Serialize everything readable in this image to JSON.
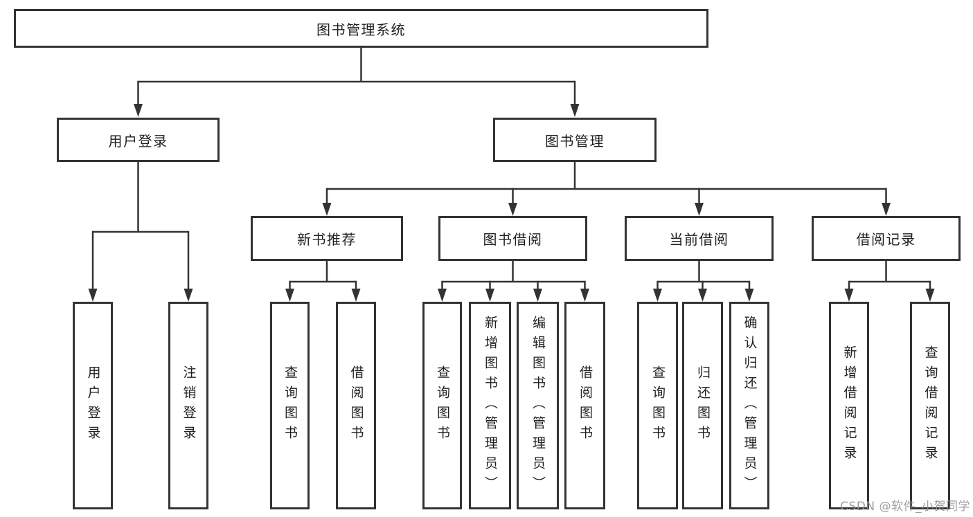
{
  "watermark": "CSDN @软件_小贺同学",
  "colors": {
    "line": "#333333",
    "text": "#1f1f1f",
    "watermark": "#919191",
    "background": "#ffffff"
  },
  "tree": {
    "root": "图书管理系统",
    "user_login": {
      "label": "用户登录",
      "children": [
        "用户登录",
        "注销登录"
      ]
    },
    "book_management": {
      "label": "图书管理",
      "sections": [
        {
          "label": "新书推荐",
          "children": [
            "查询图书",
            "借阅图书"
          ]
        },
        {
          "label": "图书借阅",
          "children": [
            "查询图书",
            "新增图书（管理员）",
            "编辑图书（管理员）",
            "借阅图书"
          ]
        },
        {
          "label": "当前借阅",
          "children": [
            "查询图书",
            "归还图书",
            "确认归还（管理员）"
          ]
        },
        {
          "label": "借阅记录",
          "children": [
            "新增借阅记录",
            "查询借阅记录"
          ]
        }
      ]
    }
  }
}
